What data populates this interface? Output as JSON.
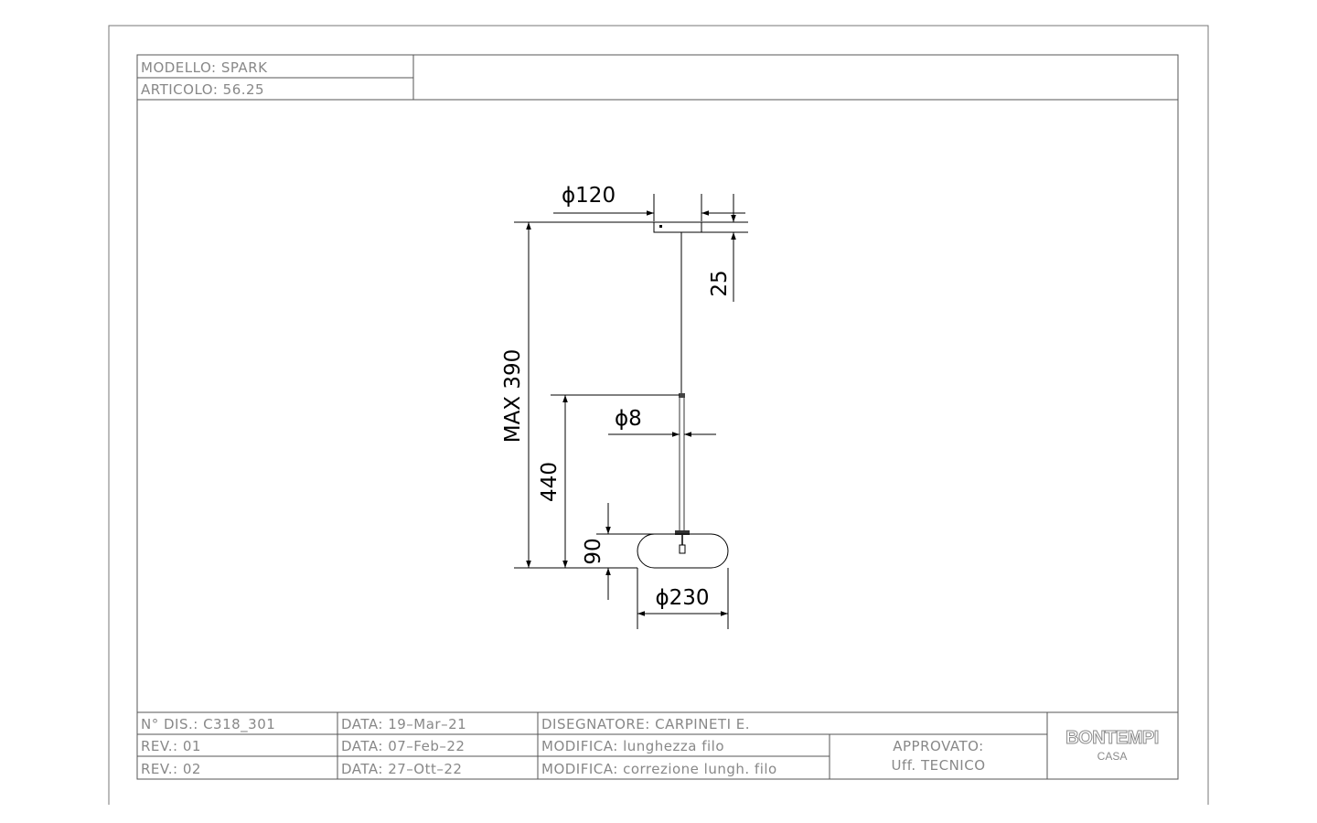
{
  "header": {
    "modello": "MODELLO:  SPARK",
    "articolo": "ARTICOLO: 56.25"
  },
  "dimensions": {
    "canopy_diameter": "ϕ120",
    "canopy_height": "25",
    "max_length": "MAX 390",
    "cable_section": "440",
    "cable_diameter": "ϕ8",
    "shade_height": "90",
    "shade_diameter": "ϕ230"
  },
  "title_block": {
    "rows": [
      {
        "ndis": "N° DIS.:  C318_301",
        "data": "DATA:  19–Mar–21",
        "desc": "DISEGNATORE:  CARPINETI  E."
      },
      {
        "ndis": "REV.:  01",
        "data": "DATA:  07–Feb–22",
        "desc": "MODIFICA:  lunghezza  filo"
      },
      {
        "ndis": "REV.:  02",
        "data": "DATA:  27–Ott–22",
        "desc": "MODIFICA: correzione  lungh.  filo"
      }
    ],
    "approvato": "APPROVATO:",
    "ufficio": "Uff.  TECNICO",
    "logo_brand": "BONTEMPI",
    "logo_sub": "CASA"
  }
}
